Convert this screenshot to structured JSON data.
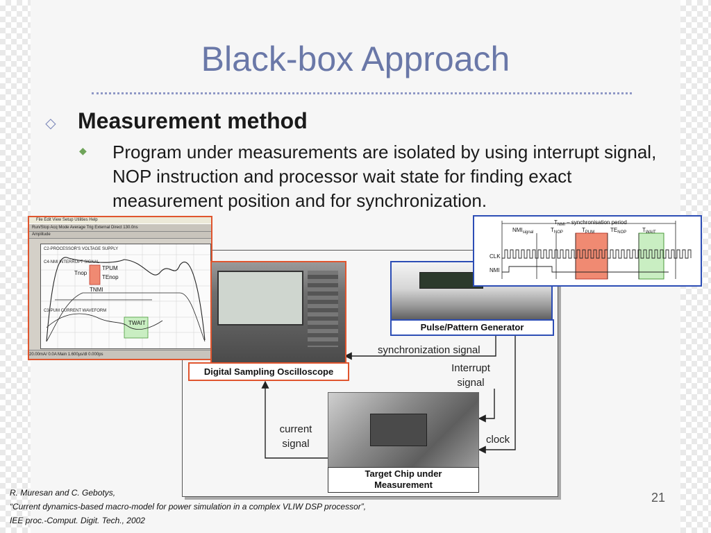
{
  "slide": {
    "title": "Black-box Approach",
    "bullet1": "Measurement method",
    "bullet2": "Program under measurements are isolated by using interrupt signal, NOP instruction and processor wait state for finding exact measurement position and for synchronization.",
    "page_number": "21"
  },
  "diagram": {
    "scope_label": "Digital Sampling Oscilloscope",
    "generator_label": "Pulse/Pattern Generator",
    "chip_label_line1": "Target Chip under",
    "chip_label_line2": "Measurement",
    "sync_signal": "synchronization signal",
    "interrupt_line1": "Interrupt",
    "interrupt_line2": "signal",
    "current_line1": "current",
    "current_line2": "signal",
    "clock": "clock"
  },
  "oscilloscope_window": {
    "menu": "File  Edit  View  Setup  Utilities  Help",
    "toolbar": "Run/Stop  Acq Mode  Average  Trig  External Direct  130.0ns",
    "toolbar2": "Amplitude",
    "trace1": "C2-PROCESSOR'S VOLTAGE SUPPLY",
    "trace2": "C4-NMI INTERRUPT SIGNAL",
    "trace3": "C3-PUM CURRENT WAVEFORM",
    "tnop": "Tnop",
    "tpum": "TPUM",
    "tenop": "TEnop",
    "tnmi": "TNMI",
    "twait": "TWAIT",
    "status": "20.00mA/  0.0A   Main  1.600µs/dl  0.000ps"
  },
  "timing_diagram": {
    "header": "T",
    "header_sub": "NMI",
    "header_rest": " – synchronisation period",
    "nmi_signal": "NMI",
    "nmi_signal_sub": "signal",
    "t_nop": "T",
    "t_nop_sub": "NOP",
    "t_pum": "T",
    "t_pum_sub": "PUM",
    "te_nop": "TE",
    "te_nop_sub": "NOP",
    "t_wait": "T",
    "t_wait_sub": "WAIT",
    "clk": "CLK",
    "nmi": "NMI"
  },
  "citation": {
    "authors": "R. Muresan and C. Gebotys,",
    "paper": "“Current dynamics-based macro-model for power simulation in a complex VLIW DSP processor”,",
    "venue": "IEE proc.-Comput. Digit. Tech., 2002"
  },
  "colors": {
    "title": "#6a78a8",
    "accent_orange": "#e0552e",
    "accent_blue": "#2c4db5",
    "bullet_green": "#6fa45a",
    "pum_fill": "#f08a72",
    "wait_fill": "#c9eec2"
  }
}
